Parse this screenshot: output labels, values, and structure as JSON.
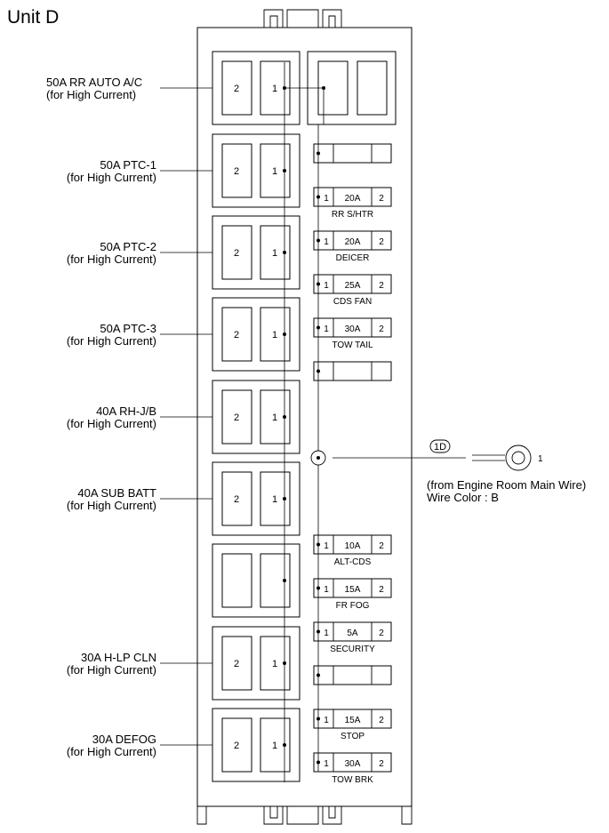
{
  "title": "Unit D",
  "big_fuses": [
    {
      "label": "50A RR AUTO A/C",
      "sub": "(for High Current)",
      "t2": "2",
      "t1": "1"
    },
    {
      "label": "50A PTC-1",
      "sub": "(for High Current)",
      "t2": "2",
      "t1": "1"
    },
    {
      "label": "50A PTC-2",
      "sub": "(for High Current)",
      "t2": "2",
      "t1": "1"
    },
    {
      "label": "50A PTC-3",
      "sub": "(for High Current)",
      "t2": "2",
      "t1": "1"
    },
    {
      "label": "40A RH-J/B",
      "sub": "(for High Current)",
      "t2": "2",
      "t1": "1"
    },
    {
      "label": "40A SUB BATT",
      "sub": "(for High Current)",
      "t2": "2",
      "t1": "1"
    },
    {
      "label": "",
      "sub": "",
      "t2": "",
      "t1": ""
    },
    {
      "label": "30A H-LP CLN",
      "sub": "(for High Current)",
      "t2": "2",
      "t1": "1"
    },
    {
      "label": "30A DEFOG",
      "sub": "(for High Current)",
      "t2": "2",
      "t1": "1"
    }
  ],
  "small_fuses": [
    {
      "amp": "",
      "name": "",
      "t1": "",
      "t2": ""
    },
    {
      "amp": "20A",
      "name": "RR S/HTR",
      "t1": "1",
      "t2": "2"
    },
    {
      "amp": "20A",
      "name": "DEICER",
      "t1": "1",
      "t2": "2"
    },
    {
      "amp": "25A",
      "name": "CDS FAN",
      "t1": "1",
      "t2": "2"
    },
    {
      "amp": "30A",
      "name": "TOW TAIL",
      "t1": "1",
      "t2": "2"
    },
    {
      "amp": "",
      "name": "",
      "t1": "",
      "t2": ""
    },
    {
      "amp": "10A",
      "name": "ALT-CDS",
      "t1": "1",
      "t2": "2"
    },
    {
      "amp": "15A",
      "name": "FR FOG",
      "t1": "1",
      "t2": "2"
    },
    {
      "amp": "5A",
      "name": "SECURITY",
      "t1": "1",
      "t2": "2"
    },
    {
      "amp": "",
      "name": "",
      "t1": "",
      "t2": ""
    },
    {
      "amp": "15A",
      "name": "STOP",
      "t1": "1",
      "t2": "2"
    },
    {
      "amp": "30A",
      "name": "TOW BRK",
      "t1": "1",
      "t2": "2"
    }
  ],
  "connector": {
    "code": "1D",
    "pin": "1",
    "note_line1": "(from Engine Room Main Wire)",
    "note_line2": "Wire Color : B"
  }
}
